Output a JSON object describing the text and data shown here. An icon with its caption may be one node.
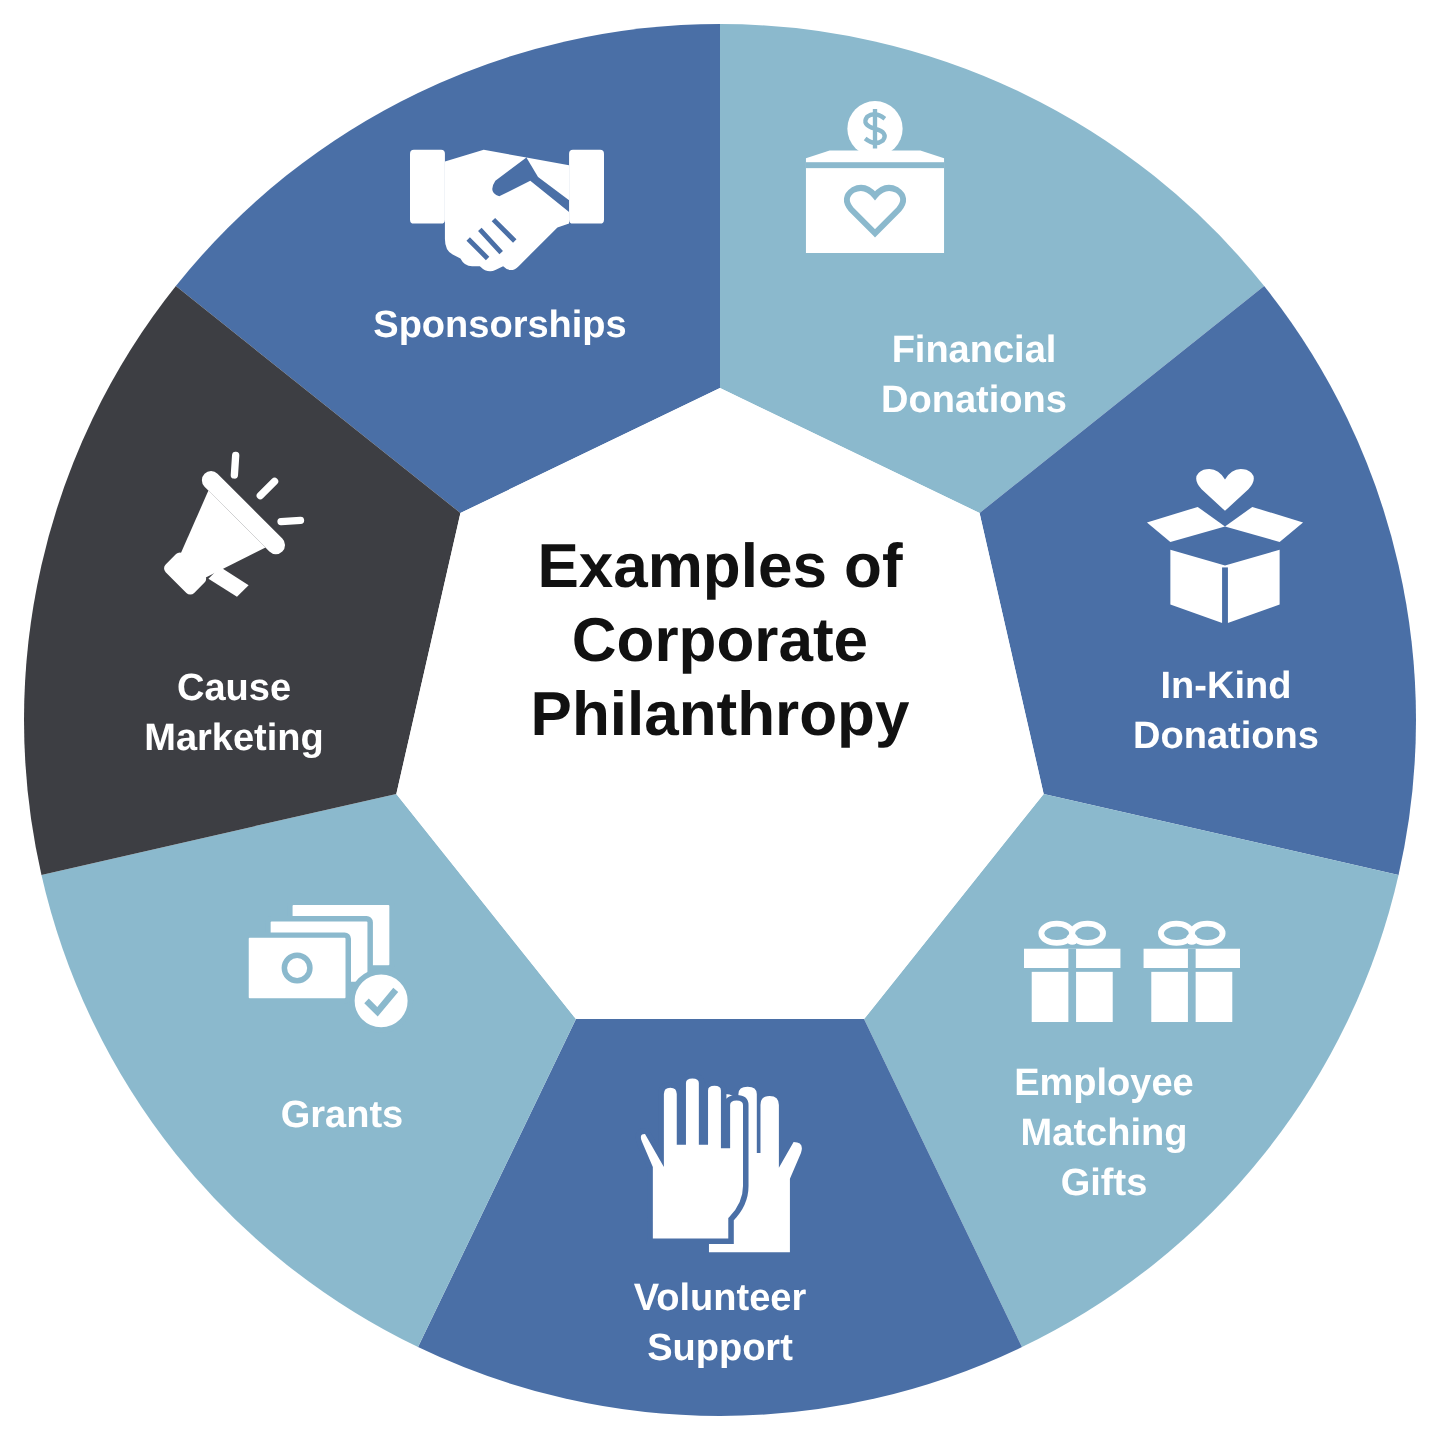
{
  "diagram": {
    "nodes": [
      {
        "text": [
          "Examples of Corporate Philanthropy"
        ]
      },
      {
        "text": [
          "Sponsorships"
        ]
      },
      {
        "text": [
          "Financial Donations"
        ]
      },
      {
        "text": [
          "In-Kind Donations"
        ]
      },
      {
        "text": [
          "Employee Matching Gifts"
        ]
      },
      {
        "text": [
          "Volunteer Support"
        ]
      },
      {
        "text": [
          "Grants"
        ]
      },
      {
        "text": [
          "Cause Marketing"
        ]
      }
    ]
  }
}
